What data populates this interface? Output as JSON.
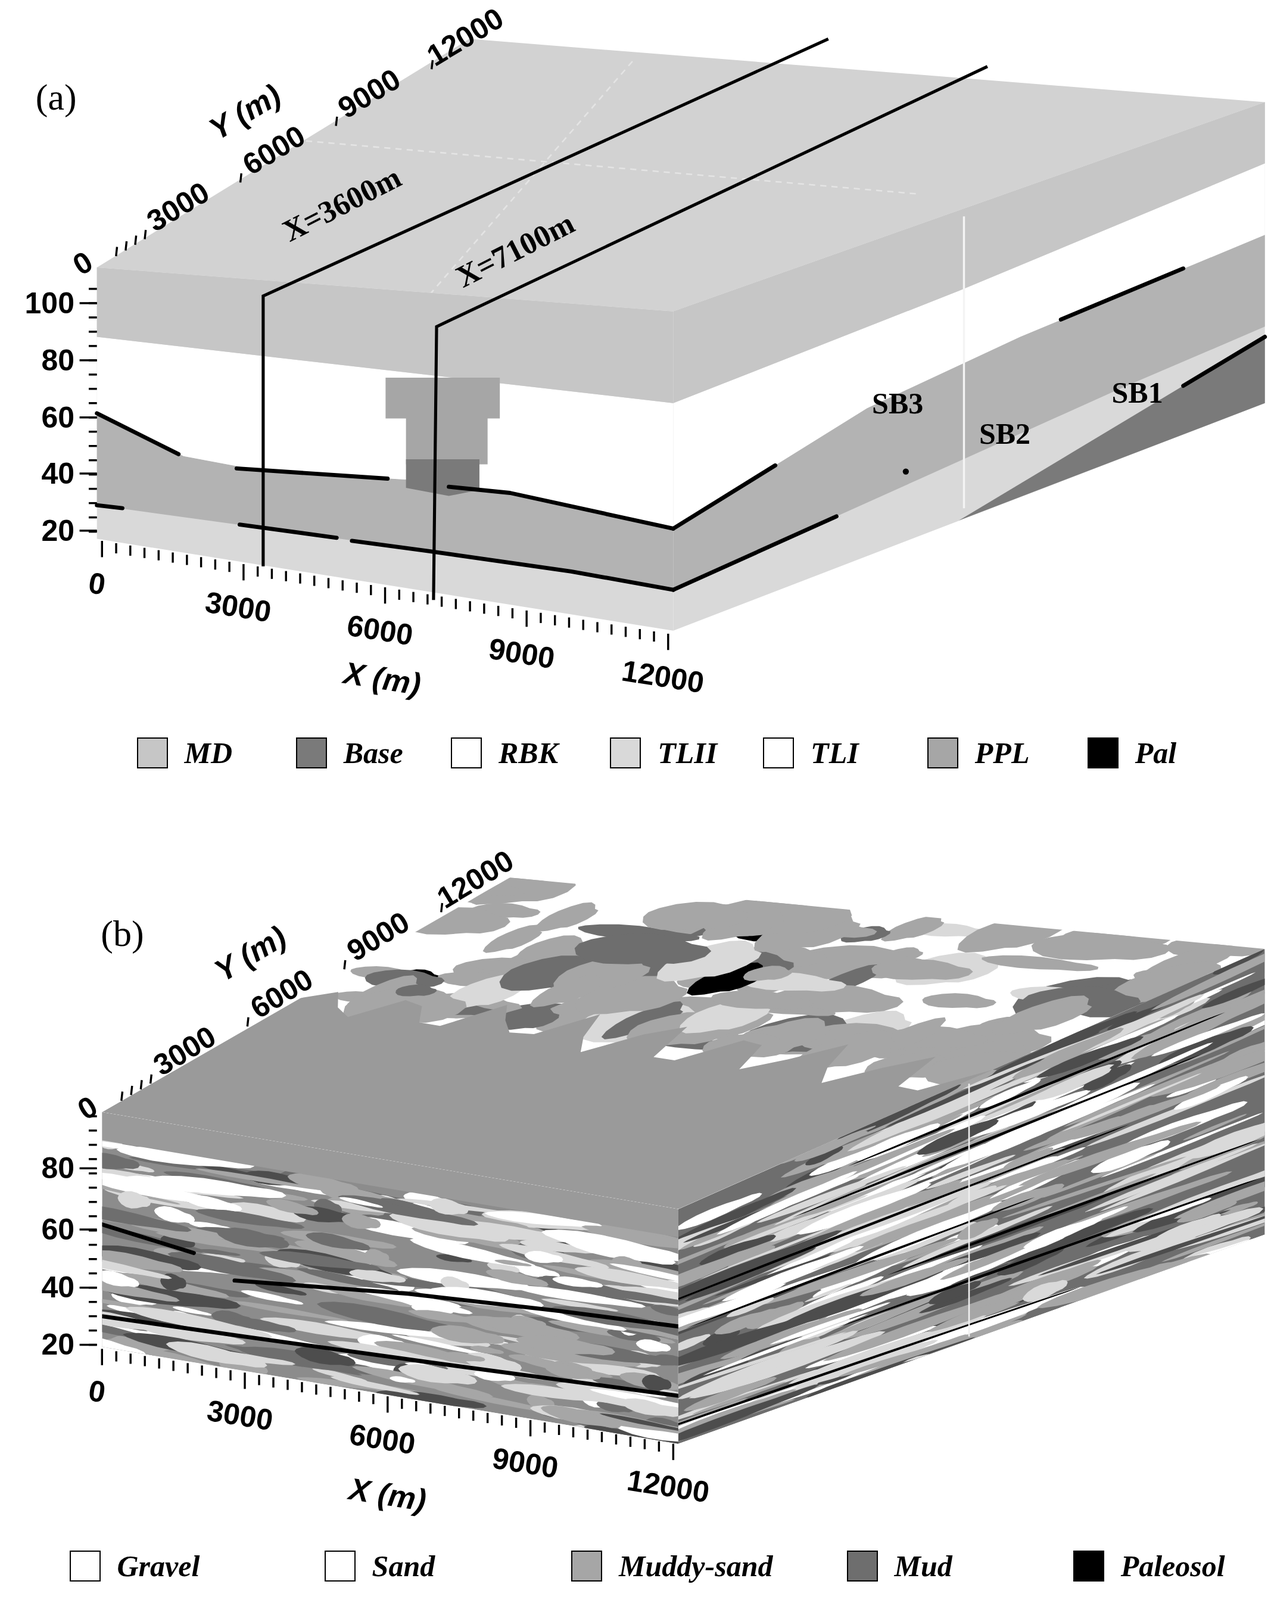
{
  "diagram": {
    "labels": [
      "(a)",
      "Y (m)",
      "0",
      "3000",
      "6000",
      "9000",
      "12000",
      "100",
      "80",
      "60",
      "40",
      "20",
      "0",
      "3000",
      "6000",
      "9000",
      "12000",
      "X (m)",
      "X=3600m",
      "X=7100m",
      "SB3",
      "SB2",
      "SB1",
      "(b)",
      "Y (m)",
      "0",
      "3000",
      "6000",
      "9000",
      "12000",
      "80",
      "60",
      "40",
      "20",
      "0",
      "3000",
      "6000",
      "9000",
      "12000",
      "X (m)"
    ],
    "legend": [
      {
        "text": "MD",
        "color": "#c6c6c6"
      },
      {
        "text": "Base",
        "color": "#7a7a7a"
      },
      {
        "text": "RBK",
        "color": "#ffffff"
      },
      {
        "text": "TLII",
        "color": "#d9d9d9"
      },
      {
        "text": "TLI",
        "color": "#ffffff"
      },
      {
        "text": "PPL",
        "color": "#a6a6a6"
      },
      {
        "text": "Pal",
        "color": "#000000"
      },
      {
        "text": "Gravel",
        "color": "#ffffff"
      },
      {
        "text": "Sand",
        "color": "#ffffff"
      },
      {
        "text": "Muddy-sand",
        "color": "#a6a6a6"
      },
      {
        "text": "Mud",
        "color": "#6e6e6e"
      },
      {
        "text": "Paleosol",
        "color": "#000000"
      }
    ]
  }
}
